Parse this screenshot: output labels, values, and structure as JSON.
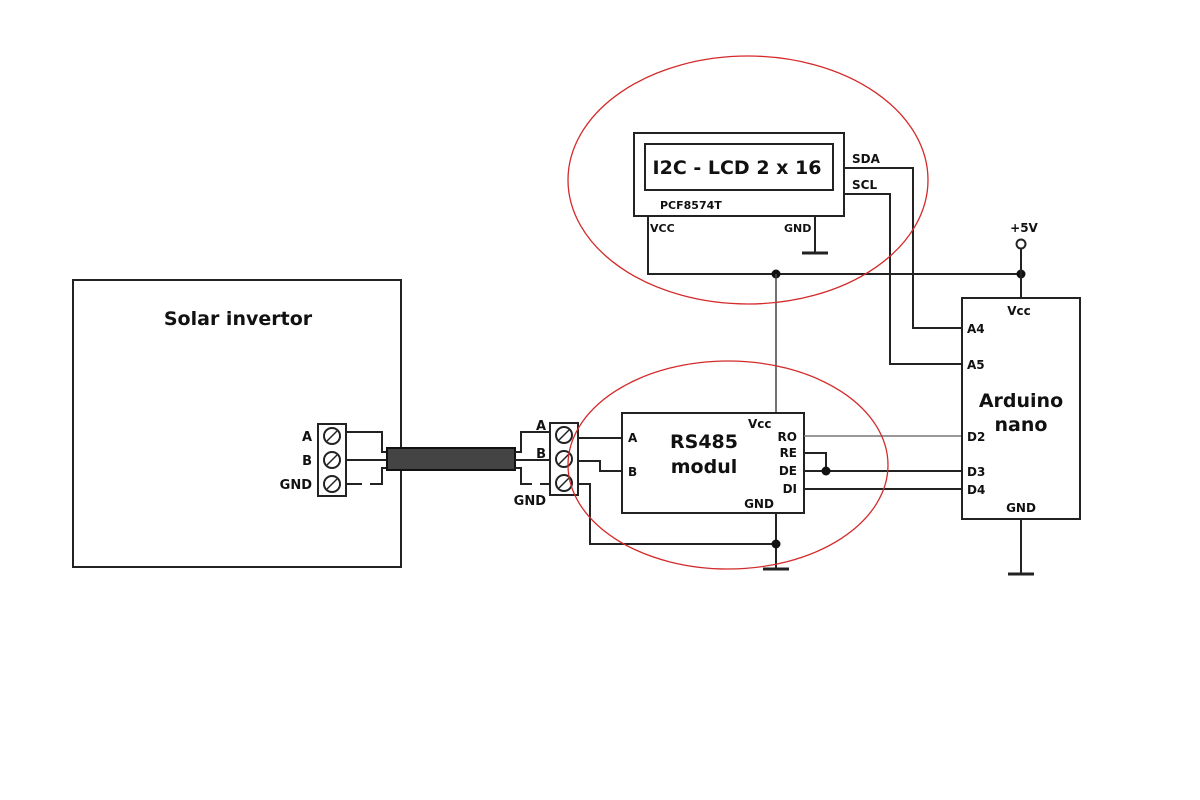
{
  "solar_inverter": {
    "title": "Solar invertor",
    "terminals": [
      "A",
      "B",
      "GND"
    ]
  },
  "rs485_terminal_labels": [
    "A",
    "B",
    "GND"
  ],
  "lcd": {
    "title": "I2C - LCD 2 x 16",
    "chip": "PCF8574T",
    "pins": {
      "vcc": "VCC",
      "gnd": "GND",
      "sda": "SDA",
      "scl": "SCL"
    }
  },
  "rs485": {
    "title_line1": "RS485",
    "title_line2": "modul",
    "pins": {
      "a": "A",
      "b": "B",
      "vcc": "Vcc",
      "gnd": "GND",
      "ro": "RO",
      "re": "RE",
      "de": "DE",
      "di": "DI"
    }
  },
  "arduino": {
    "title_line1": "Arduino",
    "title_line2": "nano",
    "pins": {
      "vcc": "Vcc",
      "a4": "A4",
      "a5": "A5",
      "d2": "D2",
      "d3": "D3",
      "d4": "D4",
      "gnd": "GND"
    }
  },
  "power": {
    "label": "+5V"
  },
  "colors": {
    "highlight": "#d42a2a",
    "line": "#222222"
  }
}
